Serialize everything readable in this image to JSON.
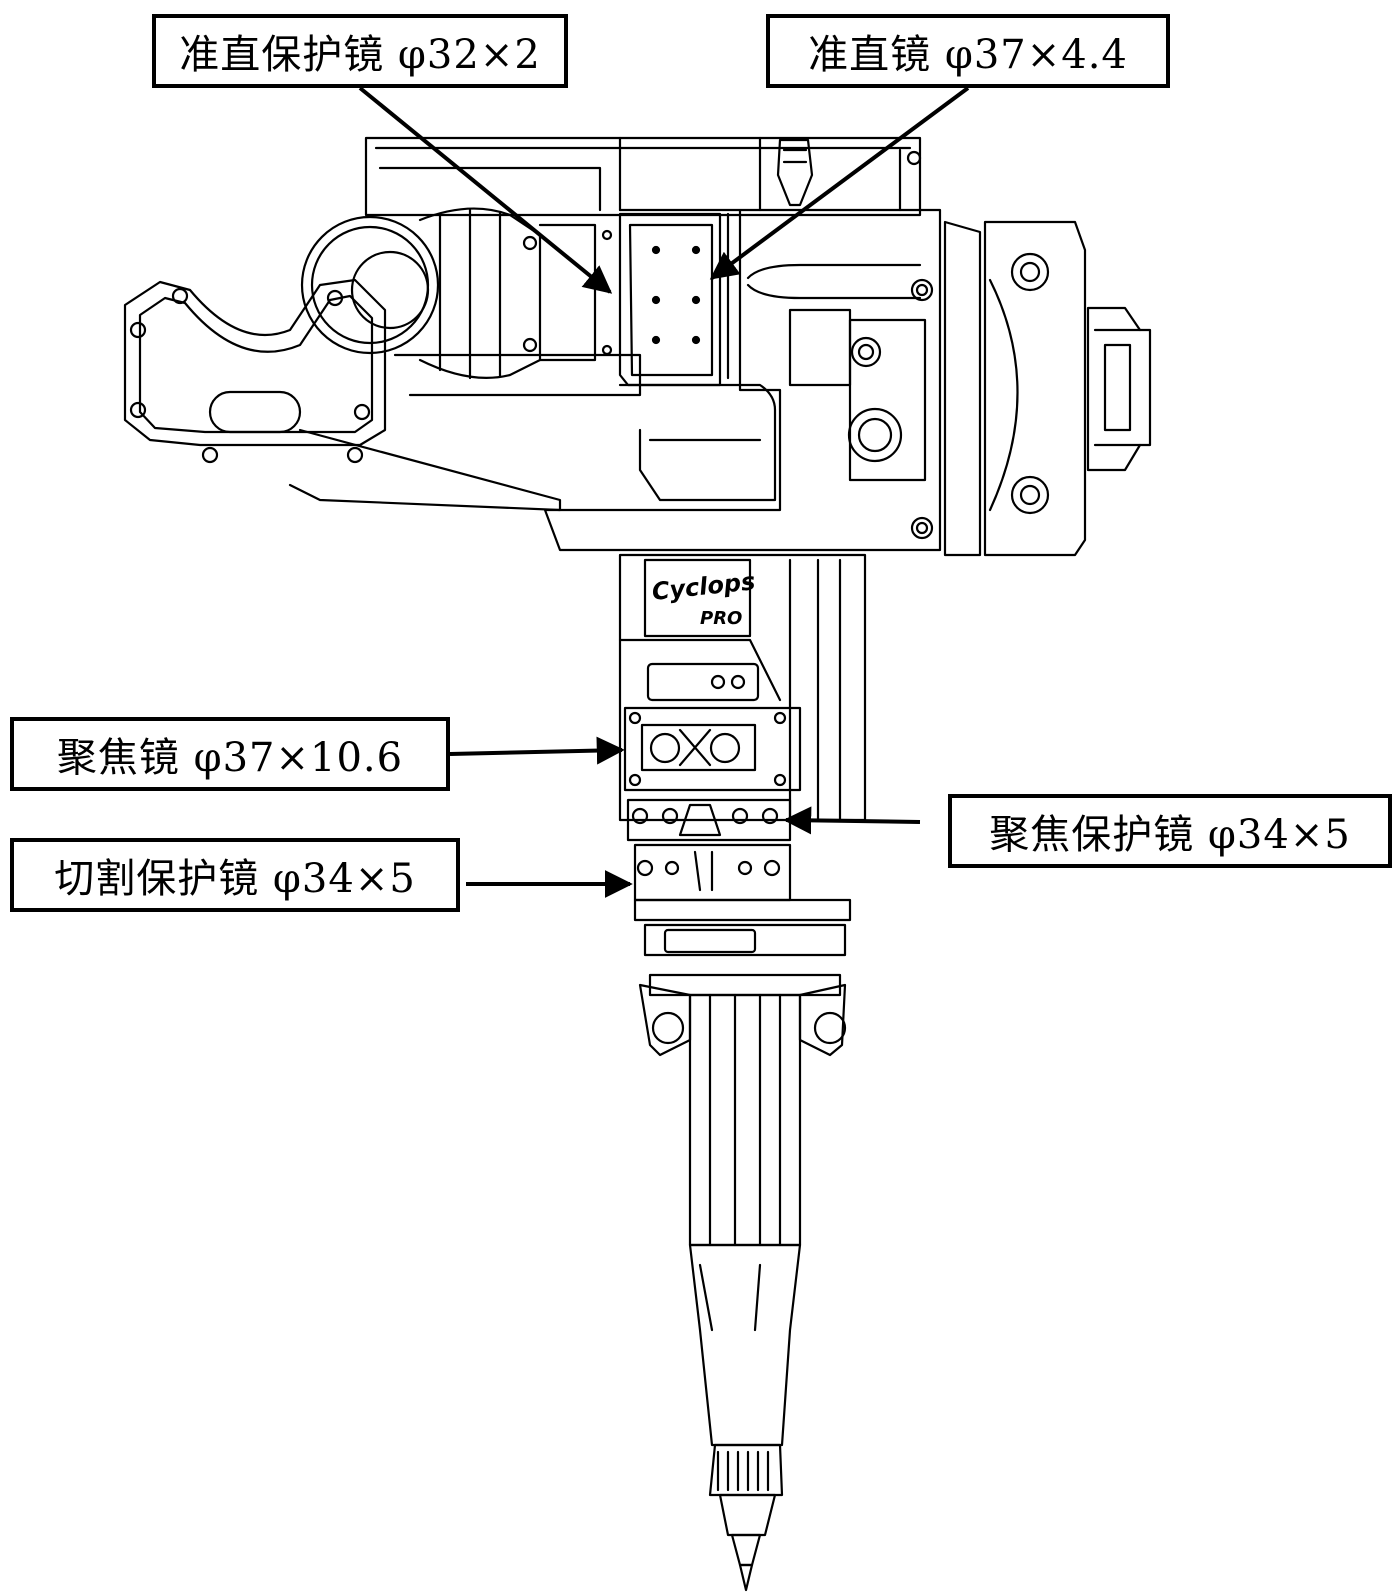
{
  "labels": {
    "collimator_protective": "准直保护镜 φ32×2",
    "collimator": "准直镜  φ37×4.4",
    "focus": "聚焦镜  φ37×10.6",
    "focus_protective": "聚焦保护镜  φ34×5",
    "cutting_protective": "切割保护镜  φ34×5"
  },
  "device": {
    "brand_logo": "Cyclops",
    "brand_sub": "PRO",
    "icon": "laser-cutting-head-drawing"
  },
  "colors": {
    "line": "#000000",
    "background": "#ffffff"
  }
}
